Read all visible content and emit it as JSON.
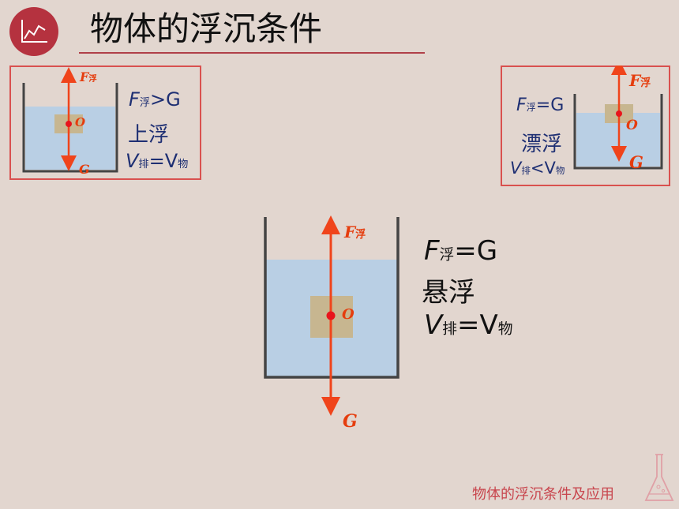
{
  "title": "物体的浮沉条件",
  "footer": "物体的浮沉条件及应用",
  "colors": {
    "water": "#b9cfe4",
    "block": "#c7b690",
    "arrow": "#f0441b",
    "panel_border": "#d9514f",
    "accent": "#b5323f",
    "label_text": "#1e2f73"
  },
  "rising": {
    "force_label": "F",
    "force_sub": "浮",
    "point": "O",
    "gravity": "G",
    "relation_F": "F",
    "relation_sub": "浮",
    "relation_rest": ">G",
    "state": "上浮",
    "volume_V1": "V",
    "volume_sub1": "排",
    "volume_eq": "=V",
    "volume_sub2": "物"
  },
  "floating": {
    "force_label": "F",
    "force_sub": "浮",
    "point": "O",
    "gravity": "G",
    "relation_F": "F",
    "relation_sub": "浮",
    "relation_rest": "=G",
    "state": "漂浮",
    "volume_V1": "V",
    "volume_sub1": "排",
    "volume_eq": "<V",
    "volume_sub2": "物"
  },
  "suspended": {
    "force_label": "F",
    "force_sub": "浮",
    "point": "O",
    "gravity": "G",
    "relation_F": "F",
    "relation_sub": "浮",
    "relation_rest": "=G",
    "state": "悬浮",
    "volume_V1": "V",
    "volume_sub1": "排",
    "volume_eq": "=V",
    "volume_sub2": "物"
  }
}
